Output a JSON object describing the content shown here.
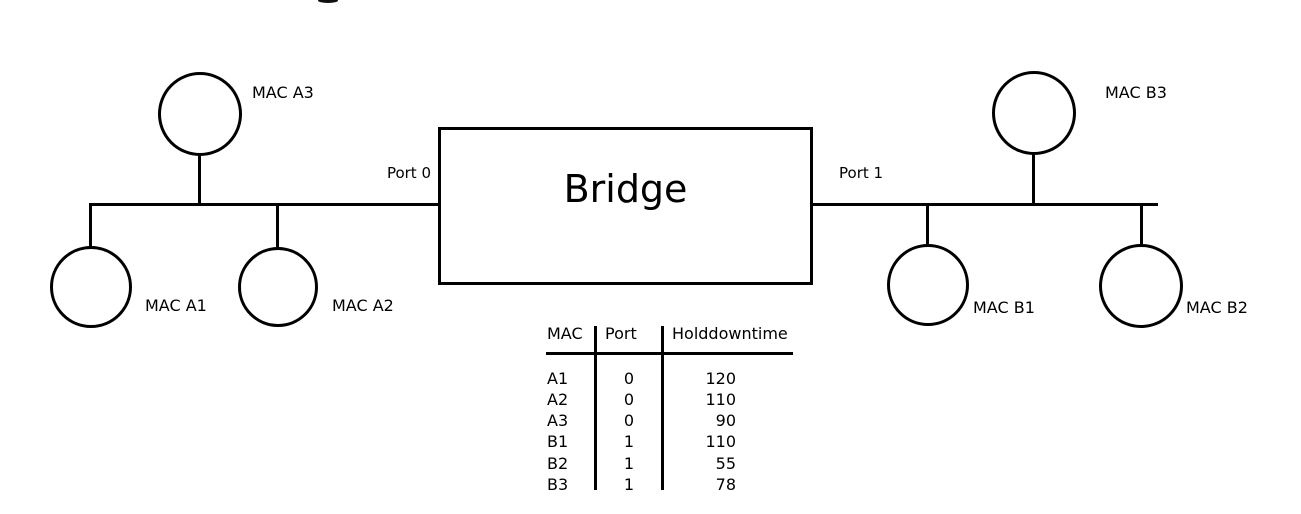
{
  "page": {
    "background_color": "#ffffff",
    "line_color": "#000000"
  },
  "bridge": {
    "label": "Bridge",
    "port_left_label": "Port 0",
    "port_right_label": "Port 1"
  },
  "segment_a": {
    "nodes": [
      {
        "label": "MAC A3"
      },
      {
        "label": "MAC A1"
      },
      {
        "label": "MAC A2"
      }
    ]
  },
  "segment_b": {
    "nodes": [
      {
        "label": "MAC B3"
      },
      {
        "label": "MAC B1"
      },
      {
        "label": "MAC B2"
      }
    ]
  },
  "forwarding_table": {
    "headers": [
      "MAC",
      "Port",
      "Holddowntime"
    ],
    "rows": [
      {
        "mac": "A1",
        "port": "0",
        "holddowntime": "120"
      },
      {
        "mac": "A2",
        "port": "0",
        "holddowntime": "110"
      },
      {
        "mac": "A3",
        "port": "0",
        "holddowntime": "90"
      },
      {
        "mac": "B1",
        "port": "1",
        "holddowntime": "110"
      },
      {
        "mac": "B2",
        "port": "1",
        "holddowntime": "55"
      },
      {
        "mac": "B3",
        "port": "1",
        "holddowntime": "78"
      }
    ]
  }
}
